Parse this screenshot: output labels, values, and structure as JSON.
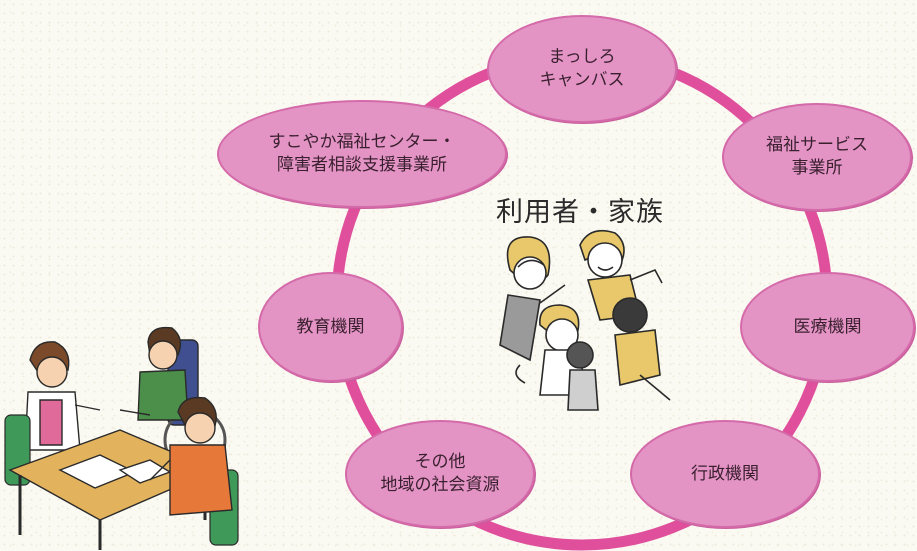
{
  "center": {
    "title": "利用者・家族"
  },
  "nodes": [
    {
      "id": "blank-canvas",
      "label": "まっしろ\nキャンバス"
    },
    {
      "id": "welfare-service",
      "label": "福祉サービス\n事業所"
    },
    {
      "id": "medical",
      "label": "医療機関"
    },
    {
      "id": "administration",
      "label": "行政機関"
    },
    {
      "id": "community-resources",
      "label": "その他\n地域の社会資源"
    },
    {
      "id": "education",
      "label": "教育機関"
    },
    {
      "id": "support-center",
      "label": "すこやか福祉センター・\n障害者相談支援事業所"
    }
  ],
  "colors": {
    "ring": "#e04f9c",
    "node_fill": "#e394c4",
    "node_border": "#d46aa9"
  }
}
